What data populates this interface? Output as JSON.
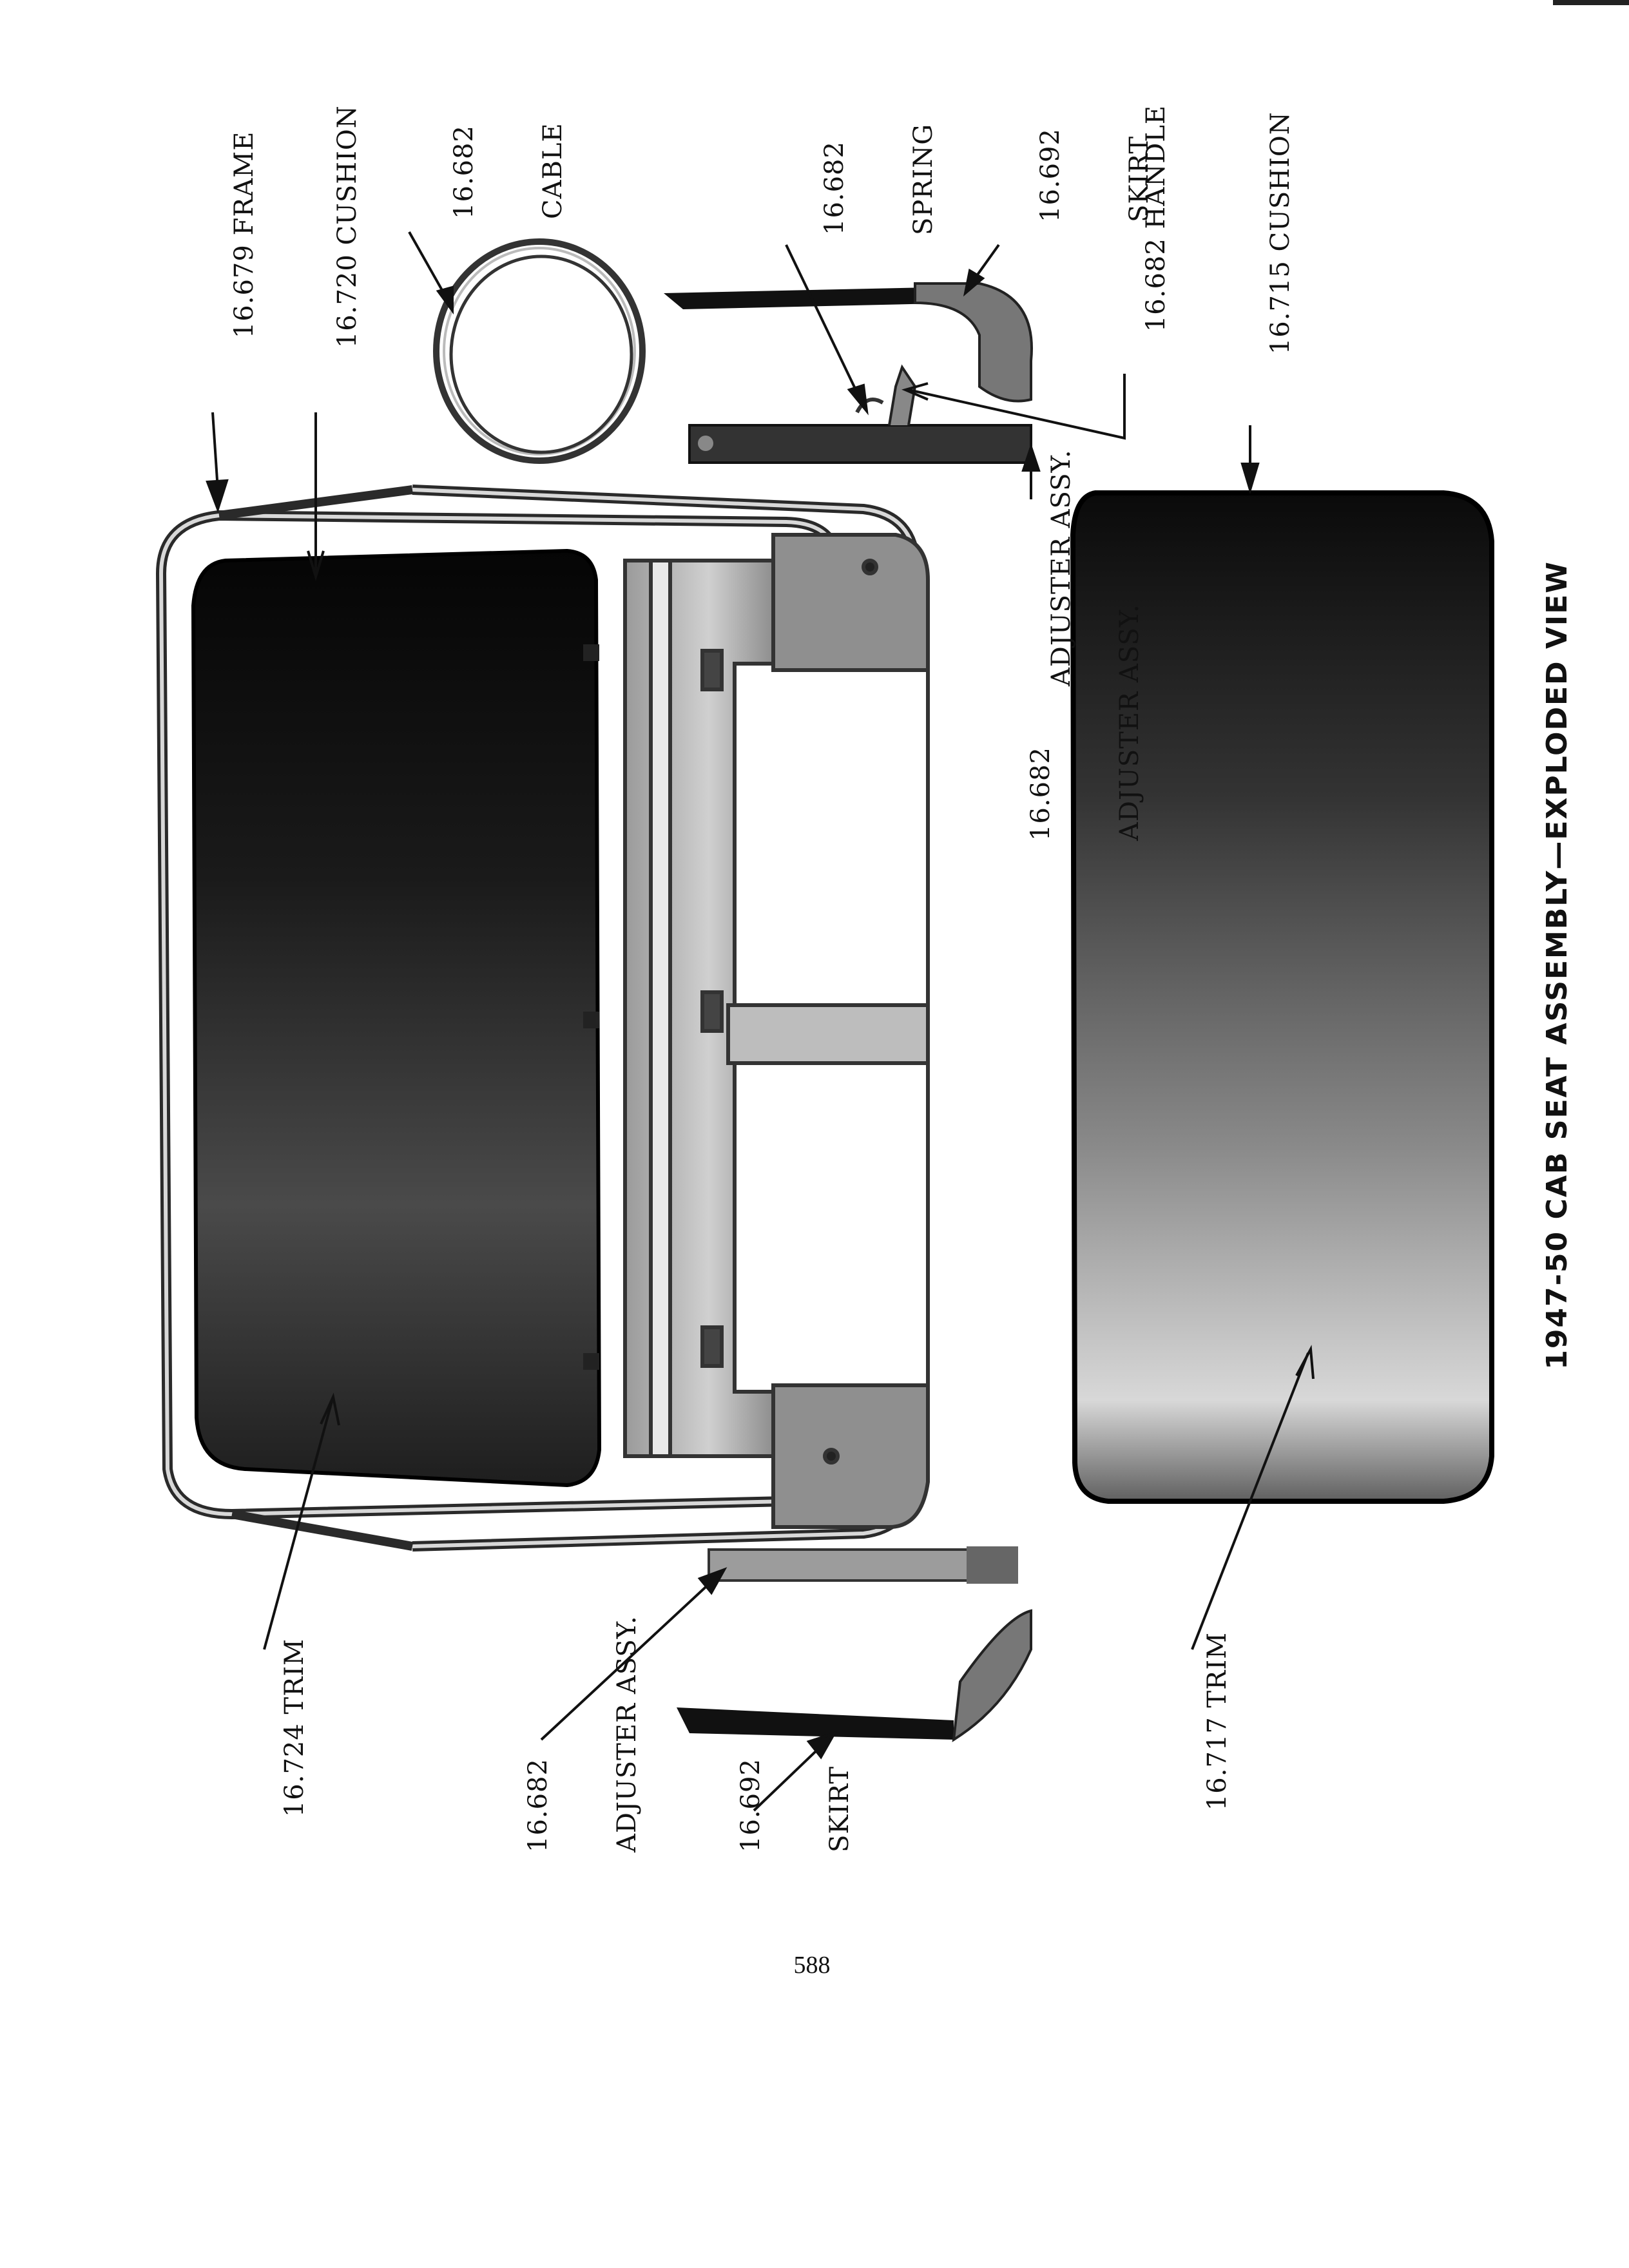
{
  "figure": {
    "title": "1947-50 CAB SEAT ASSEMBLY—EXPLODED VIEW",
    "page_number": "588"
  },
  "labels": {
    "frame": "16.679 FRAME",
    "cushion_back": "16.720 CUSHION",
    "cable_num": "16.682",
    "cable_name": "CABLE",
    "spring_num": "16.682",
    "spring_name": "SPRING",
    "skirt_right_num": "16.692",
    "skirt_right_name": "SKIRT",
    "handle": "16.682 HANDLE",
    "cushion_seat": "16.715 CUSHION",
    "adjuster_right": "ADJUSTER ASSY.",
    "adjuster_center_num": "16.682",
    "adjuster_center_name": "ADJUSTER ASSY.",
    "trim_back": "16.724 TRIM",
    "adjuster_left_num": "16.682",
    "adjuster_left_name": "ADJUSTER ASSY.",
    "skirt_left_num": "16.692",
    "skirt_left_name": "SKIRT",
    "trim_seat": "16.717 TRIM"
  }
}
